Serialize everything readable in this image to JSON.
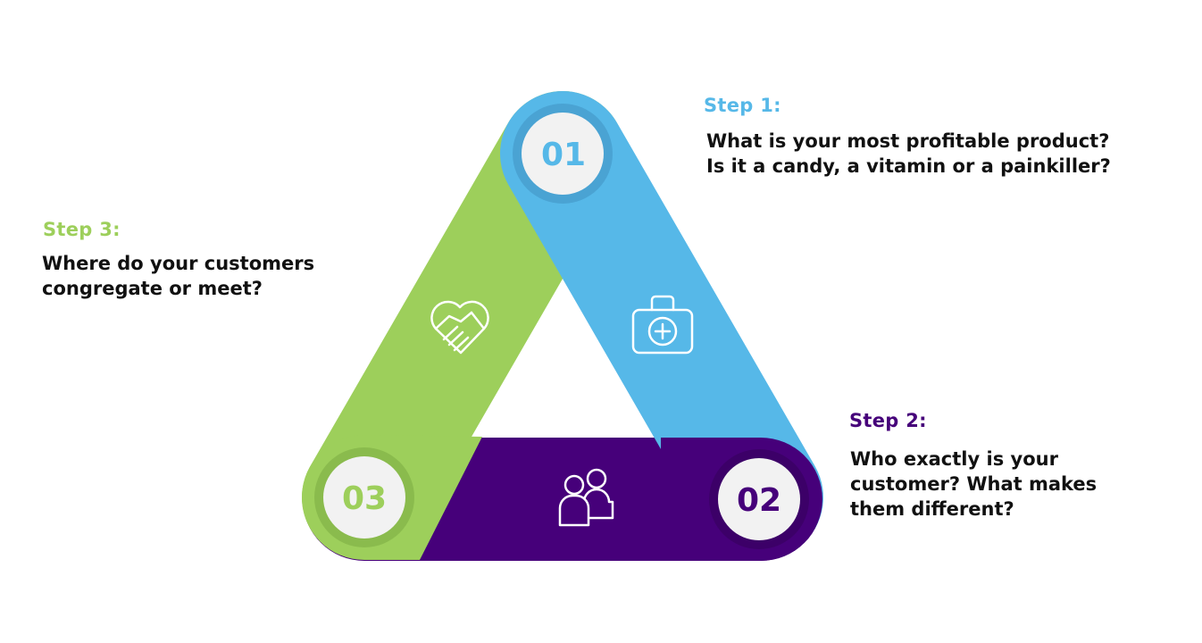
{
  "colors": {
    "step1": "#56b8e8",
    "step2": "#46007a",
    "step3": "#9dcf5b",
    "circle_fill": "#f2f2f2",
    "step1_ring": "#4aa3d3",
    "step2_ring": "#3c0068",
    "step3_ring": "#8abb4d"
  },
  "steps": [
    {
      "label": "Step 1:",
      "number": "01",
      "icon": "medical-kit-icon",
      "text": "What is your most profitable product?\nIs it a candy, a vitamin or a painkiller?"
    },
    {
      "label": "Step 2:",
      "number": "02",
      "icon": "people-icon",
      "text": "Who exactly is your\ncustomer? What makes\nthem different?"
    },
    {
      "label": "Step 3:",
      "number": "03",
      "icon": "heart-handshake-icon",
      "text": "Where do your customers\ncongregate or meet?"
    }
  ]
}
